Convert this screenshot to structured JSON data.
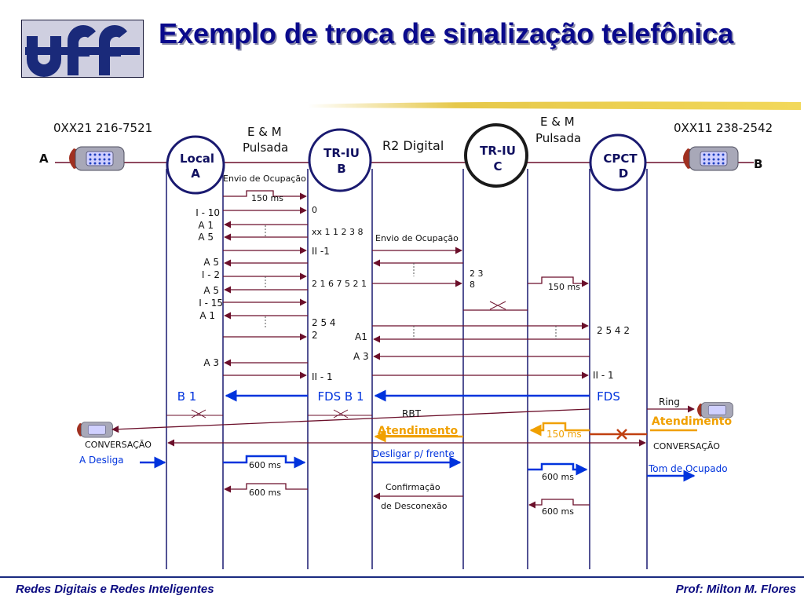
{
  "title": "Exemplo de troca de sinalização telefônica",
  "footer": {
    "left": "Redes Digitais e Redes Inteligentes",
    "right": "Prof: Milton M. Flores"
  },
  "colors": {
    "title": "#0a0a8c",
    "line": "#6b0f2a",
    "blue": "#0033dd",
    "orange": "#f0a000",
    "timeline": "#1a1a70"
  },
  "icons": {
    "logo": "uff-logo",
    "phone": "telephone-icon"
  },
  "nodes": {
    "local_a": {
      "line1": "Local",
      "line2": "A"
    },
    "tr_iu_b": {
      "line1": "TR-IU",
      "line2": "B"
    },
    "tr_iu_c": {
      "line1": "TR-IU",
      "line2": "C"
    },
    "cpct_d": {
      "line1": "CPCT",
      "line2": "D"
    }
  },
  "header": {
    "number_a": "0XX21 216-7521",
    "number_b": "0XX11 238-2542",
    "label_a": "A",
    "label_b": "B",
    "em_left_1": "E & M",
    "em_left_2": "Pulsada",
    "r2": "R2 Digital",
    "em_right_1": "E & M",
    "em_right_2": "Pulsada"
  },
  "labels": {
    "envio_ocupacao_1": "Envio de Ocupação",
    "ms150_1": "150 ms",
    "d0": "0",
    "i10": "I - 10",
    "a1_1": "A 1",
    "a5_1": "A 5",
    "xx": "xx 1 1 2 3 8",
    "envio_ocupacao_2": "Envio de Ocupação",
    "ii1_1": "II -1",
    "a5_2": "A 5",
    "i2": "I - 2",
    "d23": "2 3",
    "d8": "8",
    "d21675": "2 1 6 7 5 2 1",
    "ms150_2": "150 ms",
    "a5_3": "A 5",
    "i15": "I - 15",
    "a1_2": "A 1",
    "d254": "2 5 4",
    "d2": "2",
    "d2542": "2 5 4 2",
    "a1_3": "A1",
    "a3_1": "A 3",
    "a3_2": "A 3",
    "ii1_2": "II - 1",
    "ii1_3": "II - 1",
    "b1_1": "B 1",
    "fds_b1": "FDS B 1",
    "fds": "FDS",
    "ring": "Ring",
    "rbt": "RBT",
    "atendimento_1": "Atendimento",
    "atendimento_2": "Atendimento",
    "ms150_3": "150 ms",
    "conversacao_1": "CONVERSAÇÃO",
    "conversacao_2": "CONVERSAÇÃO",
    "a_desliga": "A Desliga",
    "ms600_1": "600 ms",
    "desligar": "Desligar p/ frente",
    "tom_ocupado": "Tom de Ocupado",
    "ms600_2": "600 ms",
    "ms600_3": "600 ms",
    "confirmacao": "Confirmação",
    "de_desconexao": "de Desconexão",
    "ms600_4": "600 ms"
  }
}
